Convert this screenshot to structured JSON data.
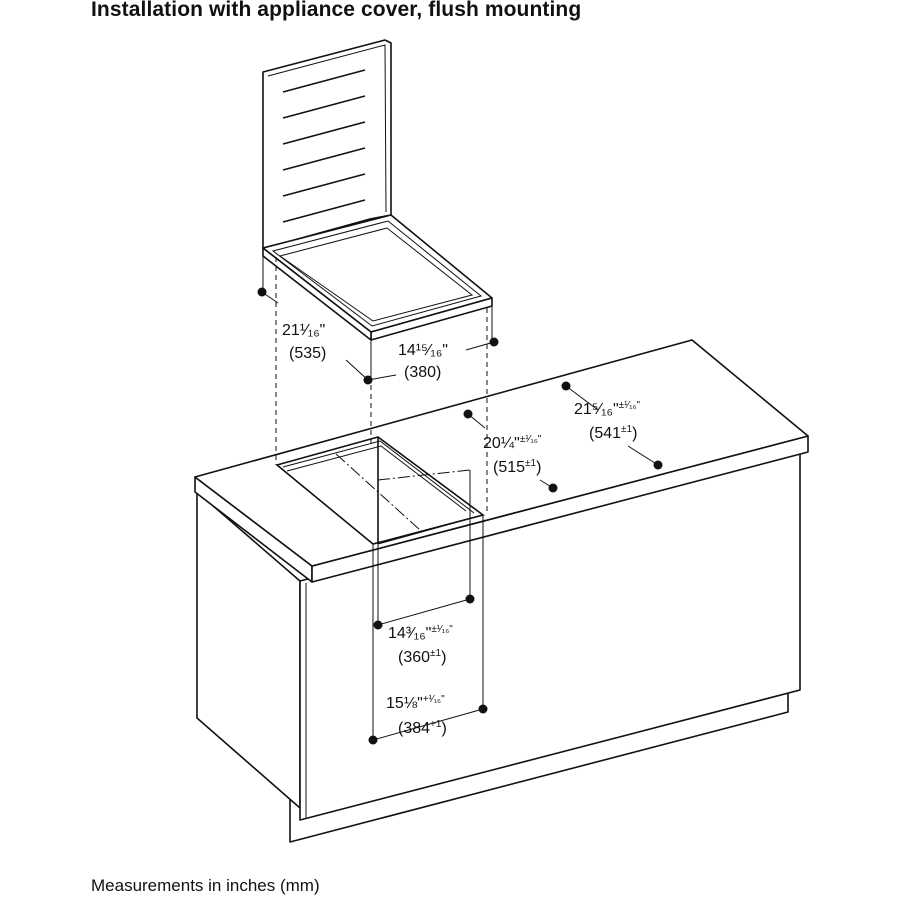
{
  "title": "Installation with appliance cover, flush mounting",
  "footer": "Measurements in inches (mm)",
  "dimensions": {
    "cover_depth": {
      "inch": "21¹⁄₁₆\"",
      "mm": "(535)"
    },
    "cover_width": {
      "inch": "14¹⁵⁄₁₆\"",
      "mm": "(380)"
    },
    "countertop_depth": {
      "inch": "21⁵⁄₁₆\"",
      "tol": "±¹⁄₁₆\"",
      "mm": "(541",
      "mm_tol": "±1",
      "mm_close": ")"
    },
    "cutout_depth": {
      "inch": "20¼\"",
      "tol": "±¹⁄₁₆\"",
      "mm": "(515",
      "mm_tol": "±1",
      "mm_close": ")"
    },
    "cutout_width": {
      "inch": "14³⁄₁₆\"",
      "tol": "±¹⁄₁₆\"",
      "mm": "(360",
      "mm_tol": "±1",
      "mm_close": ")"
    },
    "recess_width": {
      "inch": "15⅛\"",
      "tol": "+¹⁄₁₆\"",
      "mm": "(384",
      "mm_tol": "+1",
      "mm_close": ")"
    }
  }
}
